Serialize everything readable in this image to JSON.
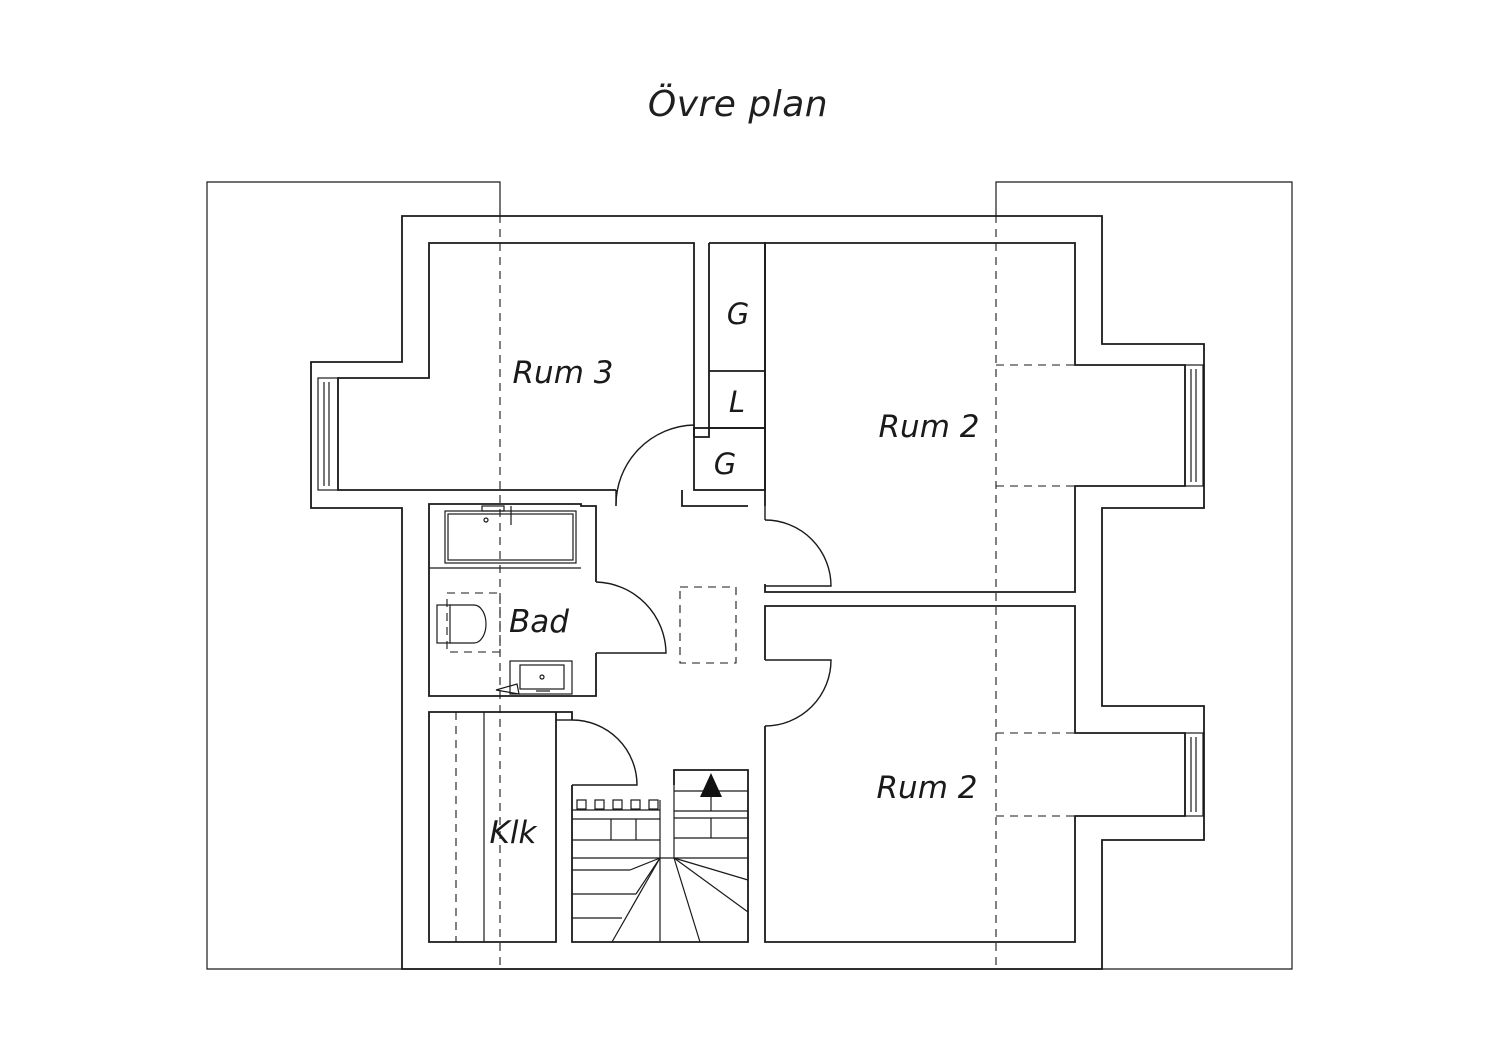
{
  "title": "Övre plan",
  "rooms": [
    {
      "id": "rum3",
      "label": "Rum 3"
    },
    {
      "id": "rum2-upper",
      "label": "Rum 2"
    },
    {
      "id": "rum2-lower",
      "label": "Rum 2"
    },
    {
      "id": "bad",
      "label": "Bad"
    },
    {
      "id": "klk",
      "label": "Klk"
    },
    {
      "id": "g-upper",
      "label": "G"
    },
    {
      "id": "l",
      "label": "L"
    },
    {
      "id": "g-lower",
      "label": "G"
    }
  ],
  "symbols": [
    "bathtub-icon",
    "toilet-icon",
    "sink-icon",
    "stair-arrow-icon",
    "window-icon"
  ]
}
